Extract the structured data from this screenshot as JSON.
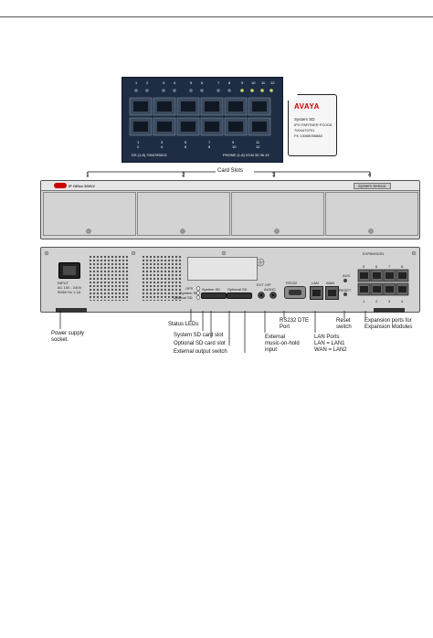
{
  "card": {
    "port_numbers_top": [
      "1",
      "2",
      "3",
      "4",
      "5",
      "6",
      "7",
      "8",
      "9",
      "10",
      "11",
      "12"
    ],
    "port_numbers_bottom": [
      "1",
      "2",
      "3",
      "4",
      "5",
      "6",
      "7",
      "8",
      "9",
      "10",
      "11",
      "12"
    ],
    "footer_left": "DS (1-8) 7004783313",
    "footer_right": "PHONE (1-8) VCM 32 06.13"
  },
  "sd_card": {
    "brand": "AVAYA",
    "line1": "System SD",
    "line2": "IPO PARTNER PC0CB",
    "line3": "7004479701",
    "line4": "FK 13068055888"
  },
  "front": {
    "logo": "IP Office 500V2",
    "badge": "System Sensor",
    "card_slots_title": "Card Slots",
    "slot_numbers": [
      "1",
      "2",
      "3",
      "4"
    ]
  },
  "rear": {
    "input_lines": [
      "INPUT",
      "AC 100 - 240V",
      "50/60 Hz 1.1A"
    ],
    "ofs_label": "OFS",
    "sys_sd_led_label": "System SD",
    "opt_sd_led_label": "Optional SD",
    "sys_sd_slot_label": "System SD",
    "opt_sd_slot_label": "Optional SD",
    "ext_op_label": "EXT O/P",
    "audio_label": "AUDIO",
    "rs232_label": "RS232",
    "lan_label": "LAN",
    "wan_label": "WAN",
    "aux_label": "AUX",
    "reset_label": "RESET",
    "exp_title": "EXPANSION",
    "exp_top_numbers": [
      "5",
      "6",
      "7",
      "8"
    ],
    "exp_bottom_numbers": [
      "1",
      "2",
      "3",
      "4"
    ]
  },
  "callouts": {
    "power_supply": [
      "Power supply",
      "socket."
    ],
    "status_leds": "Status LEDs",
    "sys_sd_slot": "System SD card slot",
    "opt_sd_slot": "Optional SD card slot",
    "ext_output": "External output switch",
    "ext_moh": [
      "External",
      "music-on-hold",
      "input"
    ],
    "rs232": [
      "RS232 DTE",
      "Port"
    ],
    "lan_ports": [
      "LAN Ports",
      "LAN = LAN1",
      "WAN = LAN2"
    ],
    "reset": [
      "Reset",
      "switch"
    ],
    "expansion": [
      "Expansion ports for",
      "Expansion Modules"
    ]
  }
}
